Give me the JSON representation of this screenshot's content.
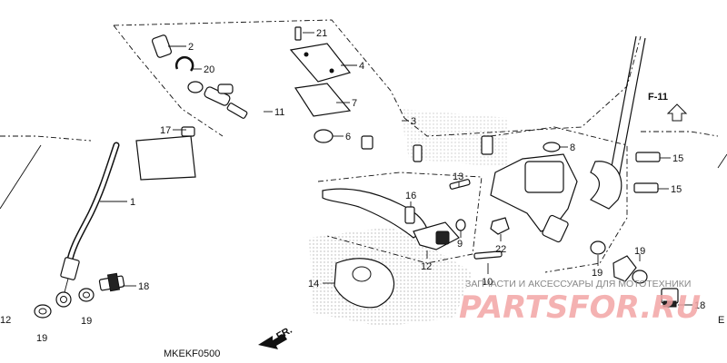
{
  "labels": {
    "l1": "1",
    "l2": "2",
    "l3": "3",
    "l4": "4",
    "l6": "6",
    "l7": "7",
    "l8": "8",
    "l9": "9",
    "l10": "10",
    "l11": "11",
    "l12": "12",
    "l13": "13",
    "l14": "14",
    "l15a": "15",
    "l15b": "15",
    "l16": "16",
    "l17": "17",
    "l18a": "18",
    "l18b": "18",
    "l19a": "19",
    "l19b": "19",
    "l19c": "19",
    "l19d": "19",
    "l20": "20",
    "l21": "21",
    "l22": "22",
    "le12": "12",
    "lre": "E"
  },
  "refs": {
    "f11": "F-11",
    "fr": "FR.",
    "code": "MKEKF0500"
  },
  "watermark": {
    "text": "ЗАПЧАСТИ И АКСЕССУАРЫ ДЛЯ МОТОТЕХНИКИ",
    "logo": "PARTSFOR.RU"
  }
}
